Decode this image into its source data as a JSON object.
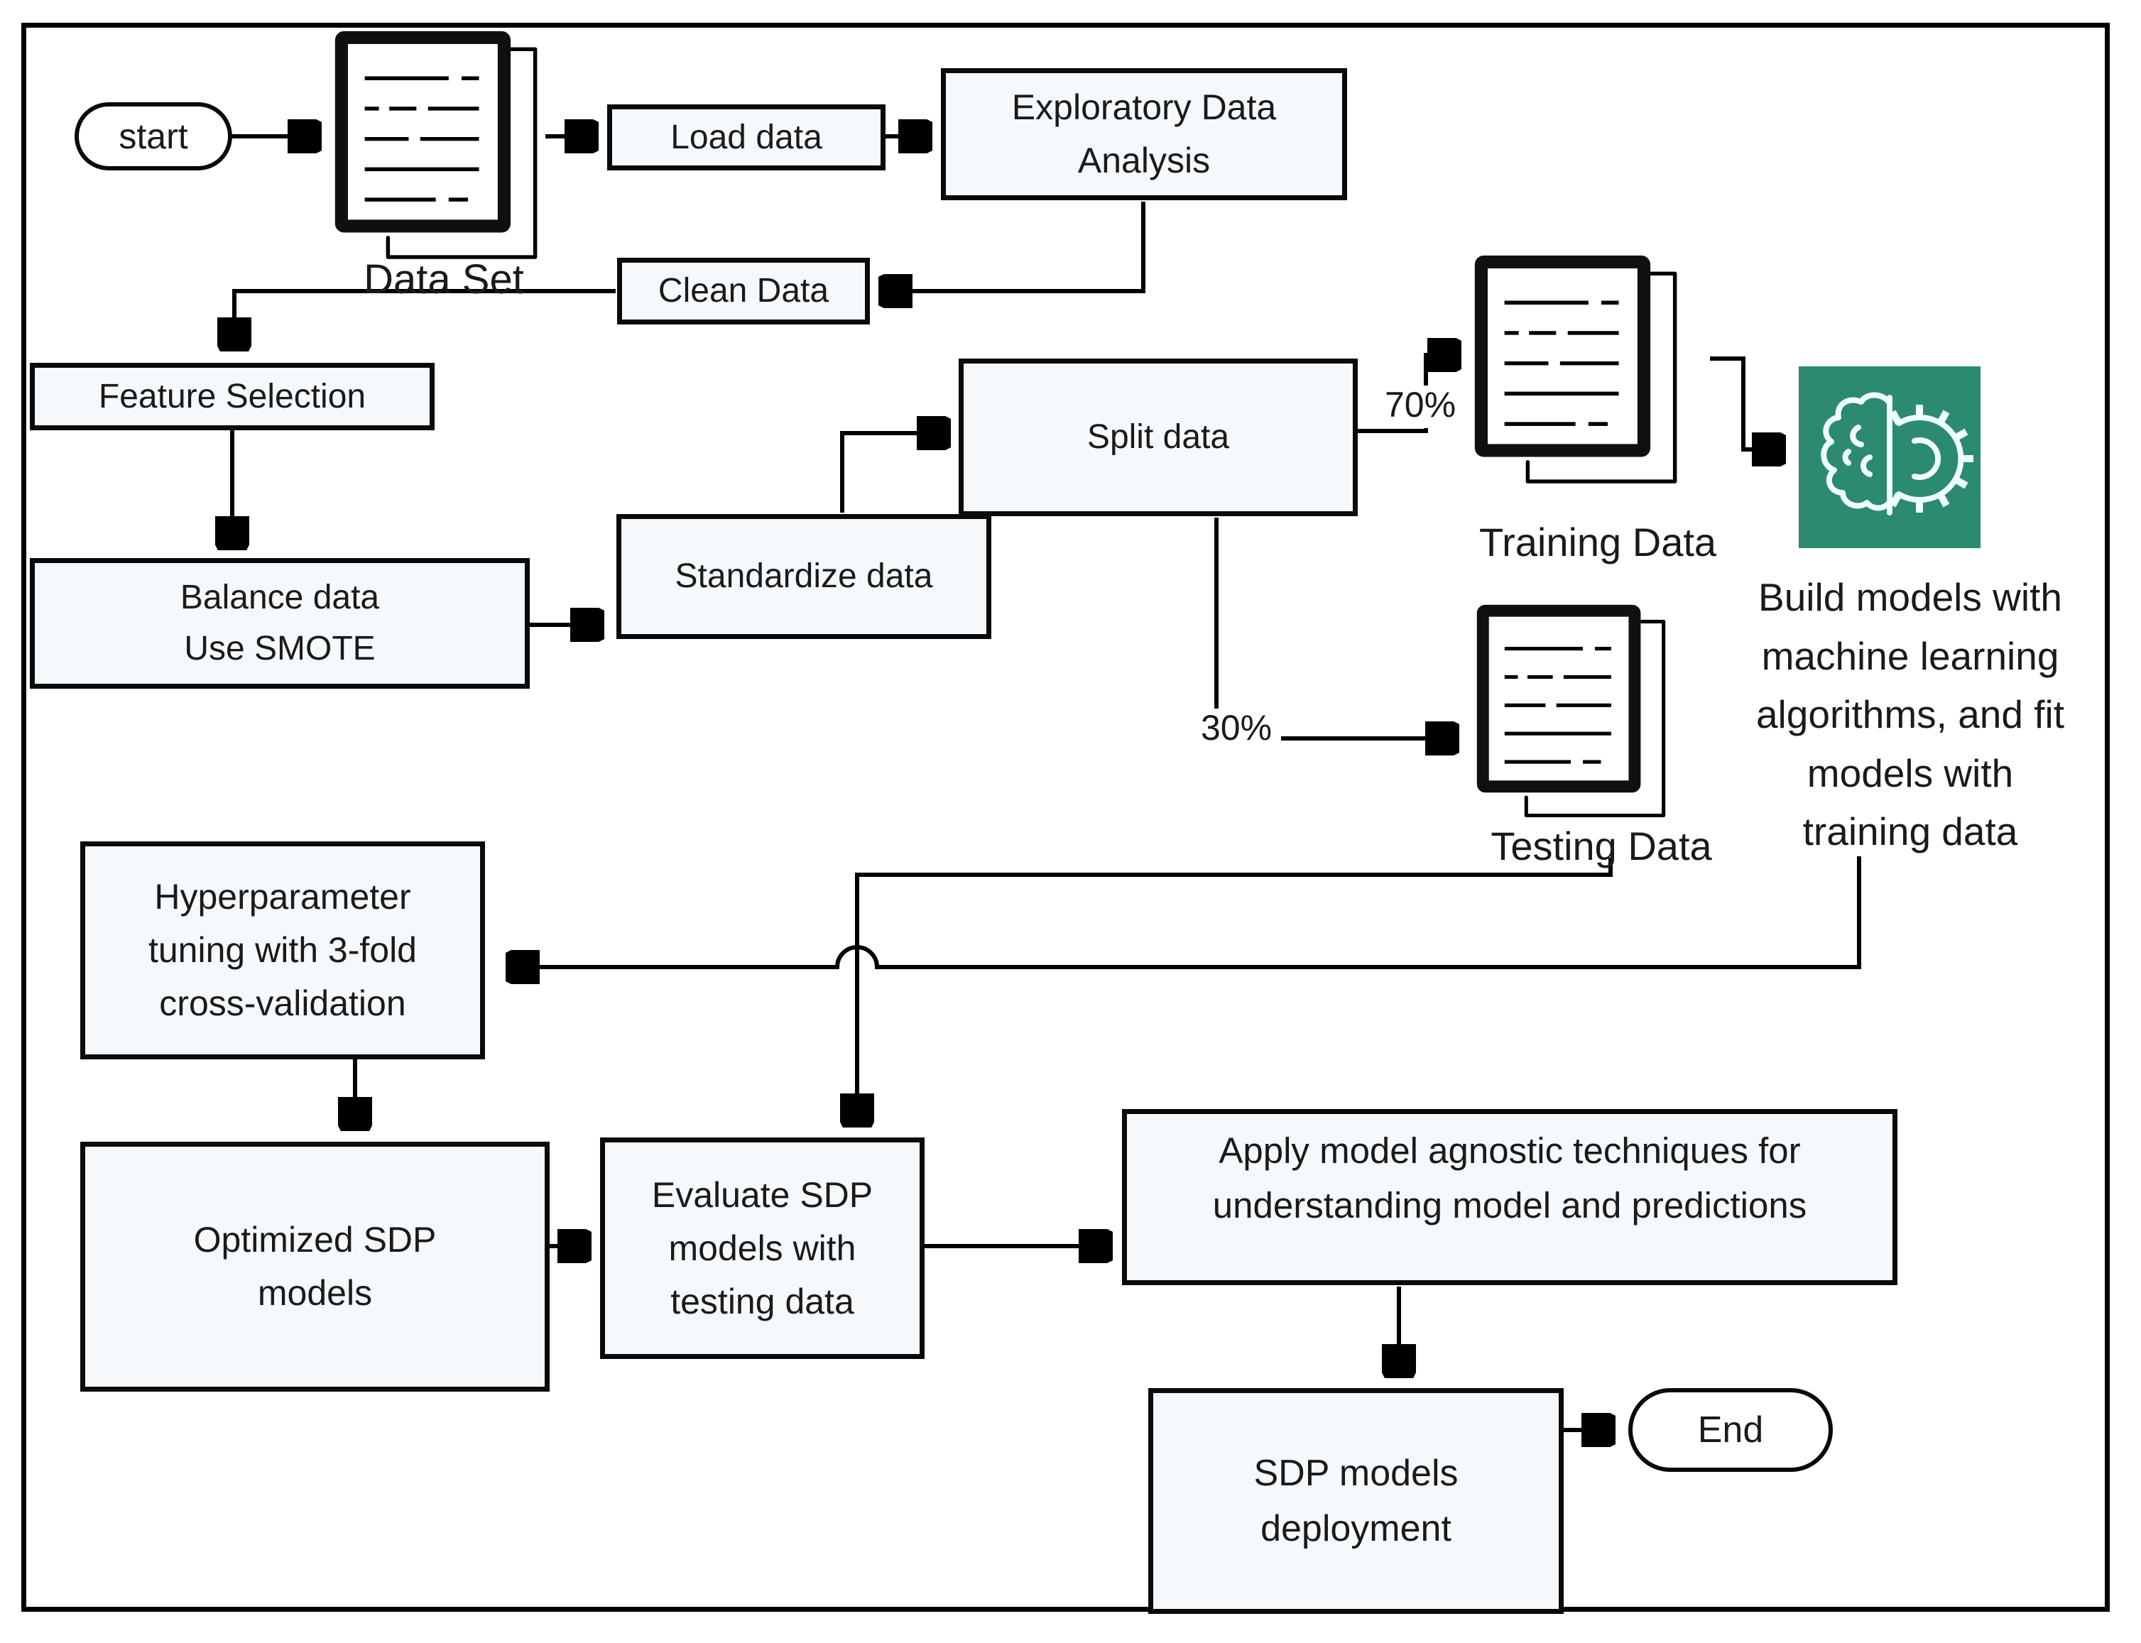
{
  "figure": {
    "title_semantic": "SDP machine learning pipeline flowchart",
    "colors": {
      "background": "#ffffff",
      "line": "#000000",
      "box_fill": "#f6f9fb",
      "box_border": "#0a0a0a",
      "text": "#1a1a1a",
      "accent_green": "#2b8a70",
      "icon_stroke": "#101010"
    },
    "nodes": {
      "start": "start",
      "data_set": "Data Set",
      "load_data": "Load data",
      "eda": "Exploratory Data\nAnalysis",
      "clean_data": "Clean Data",
      "feature_selection": "Feature Selection",
      "balance_data": "Balance data\nUse SMOTE",
      "standardize_data": "Standardize data",
      "split_data": "Split data",
      "train_split_pct": "70%",
      "test_split_pct": "30%",
      "training_data": "Training Data",
      "testing_data": "Testing Data",
      "build_models": "Build models with\nmachine learning\nalgorithms, and fit\nmodels with\ntraining data",
      "hyperparameter_tuning": "Hyperparameter\ntuning with 3-fold\ncross-validation",
      "optimized_models": "Optimized SDP\nmodels",
      "evaluate_models": "Evaluate SDP\nmodels with\ntesting data",
      "apply_agnostic": "Apply model agnostic techniques for\nunderstanding model and predictions",
      "sdp_deployment": "SDP models\ndeployment",
      "end": "End"
    },
    "icons": {
      "data_set_icon": "document-stack-icon",
      "training_data_icon": "document-stack-icon",
      "testing_data_icon": "document-stack-icon",
      "build_models_icon": "brain-gear-icon"
    }
  }
}
